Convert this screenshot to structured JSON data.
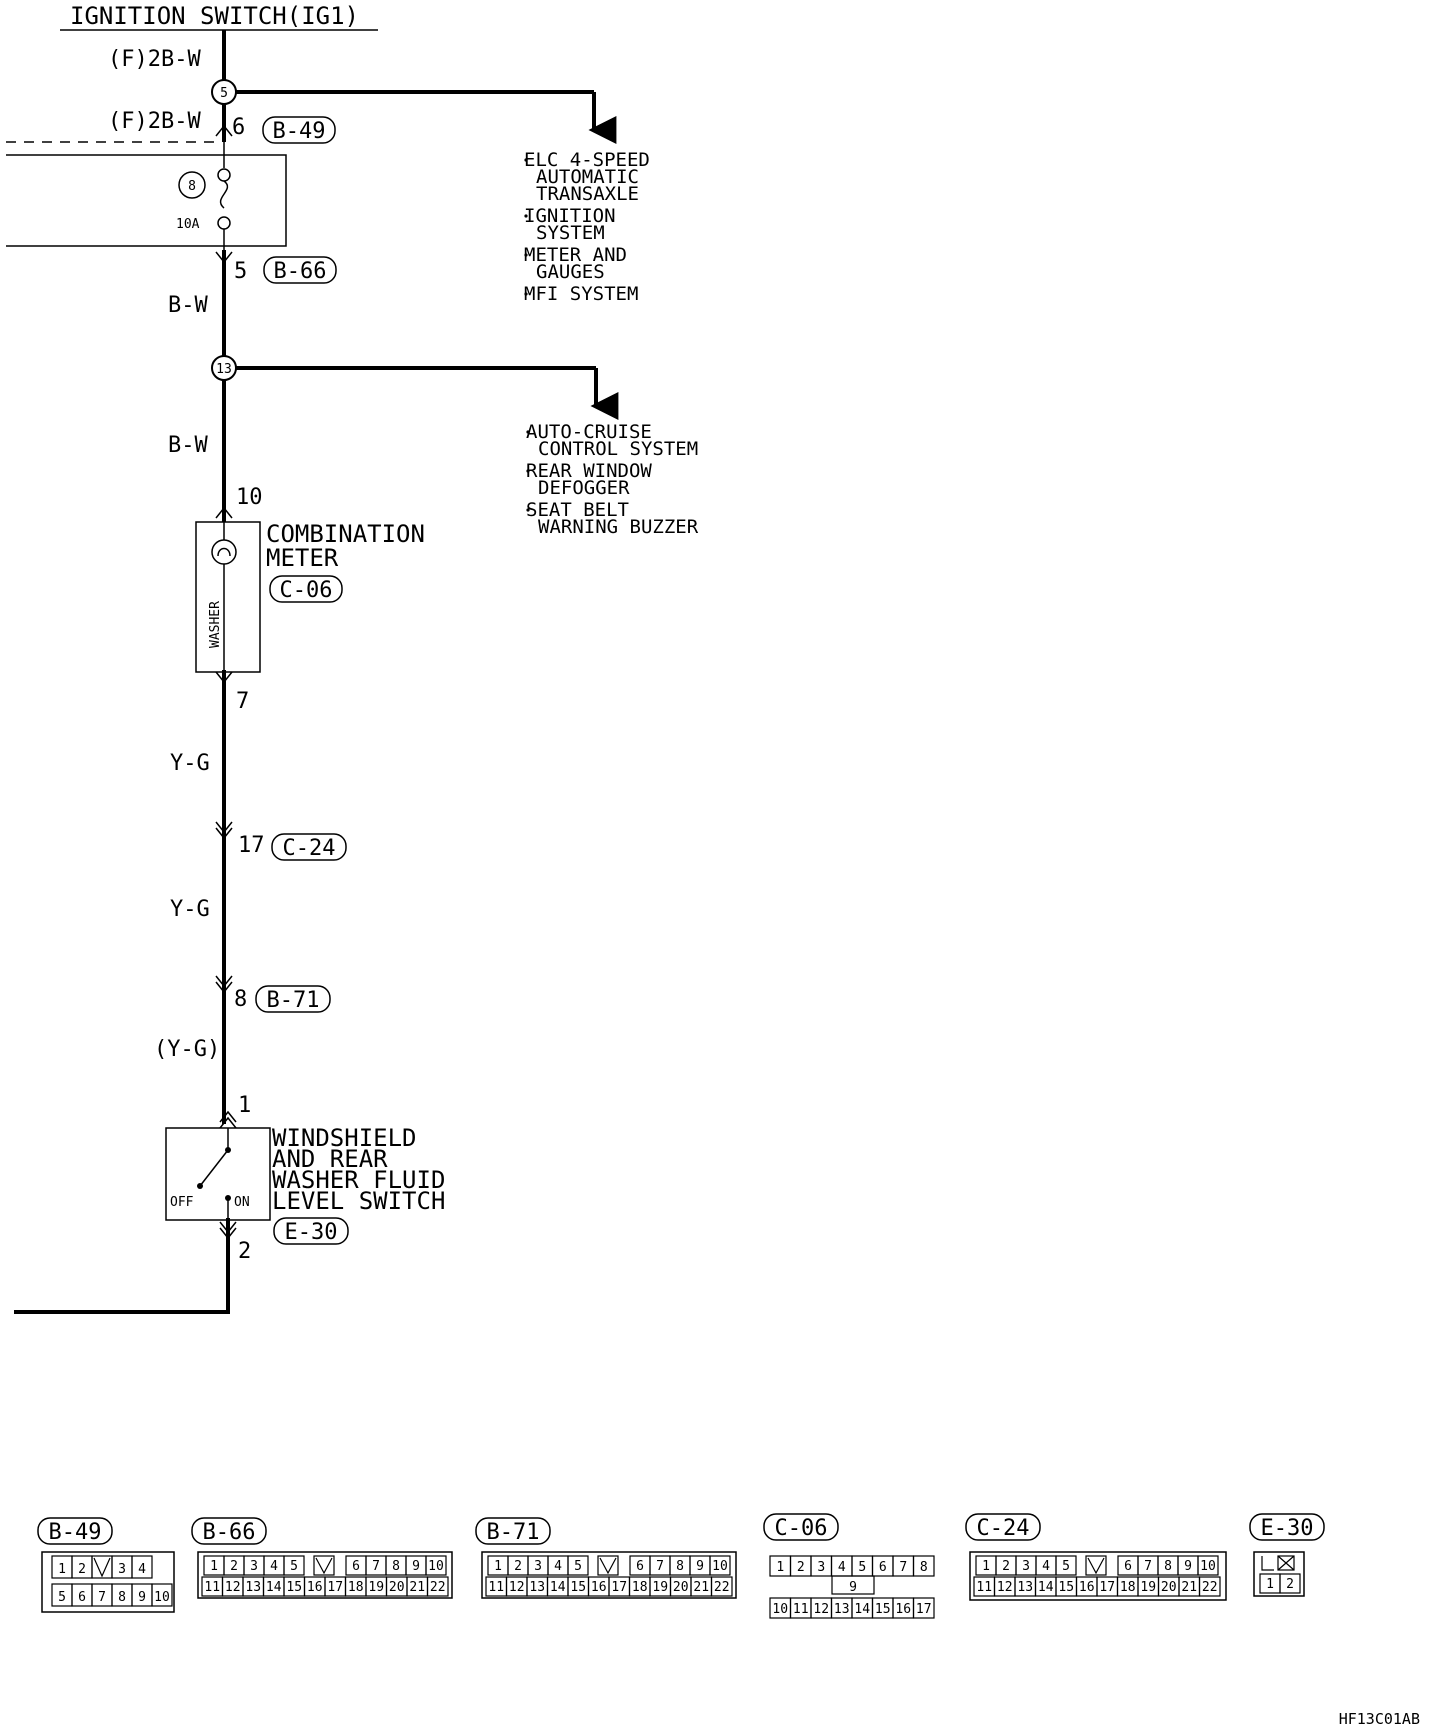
{
  "header": {
    "title": "IGNITION SWITCH(IG1)"
  },
  "wires": {
    "top1": "(F)2B-W",
    "top2": "(F)2B-W",
    "bw1": "B-W",
    "bw2": "B-W",
    "yg1": "Y-G",
    "yg2": "Y-G",
    "yg3": "(Y-G)"
  },
  "nodes": {
    "n5": "5",
    "n13": "13"
  },
  "fuse": {
    "number": "8",
    "rating": "10A"
  },
  "pins": {
    "p6": "6",
    "p5": "5",
    "p10": "10",
    "p7": "7",
    "p17": "17",
    "p8": "8",
    "p1": "1",
    "p2": "2"
  },
  "connectors": {
    "b49": "B-49",
    "b66": "B-66",
    "c06": "C-06",
    "c24": "C-24",
    "b71": "B-71",
    "e30": "E-30"
  },
  "branch1": [
    "ELC 4-SPEED",
    "AUTOMATIC",
    "TRANSAXLE",
    "IGNITION",
    "SYSTEM",
    "METER AND",
    "GAUGES",
    "MFI SYSTEM"
  ],
  "branch2": [
    "AUTO-CRUISE",
    "CONTROL SYSTEM",
    "REAR WINDOW",
    "DEFOGGER",
    "SEAT BELT",
    "WARNING BUZZER"
  ],
  "meter": {
    "line1": "COMBINATION",
    "line2": "METER",
    "inner": "WASHER"
  },
  "switch": {
    "line1": "WINDSHIELD",
    "line2": "AND REAR",
    "line3": "WASHER FLUID",
    "line4": "LEVEL SWITCH",
    "off": "OFF",
    "on": "ON"
  },
  "footer": {
    "code": "HF13C01AB"
  },
  "connector_faces": {
    "b49": {
      "label": "B-49",
      "row1": [
        "1",
        "2",
        "",
        "3",
        "4"
      ],
      "row2": [
        "5",
        "6",
        "7",
        "8",
        "9",
        "10"
      ]
    },
    "b66": {
      "label": "B-66",
      "row1": [
        "1",
        "2",
        "3",
        "4",
        "5",
        "",
        "6",
        "7",
        "8",
        "9",
        "10"
      ],
      "row2": [
        "11",
        "12",
        "13",
        "14",
        "15",
        "16",
        "17",
        "18",
        "19",
        "20",
        "21",
        "22"
      ]
    },
    "b71": {
      "label": "B-71",
      "row1": [
        "1",
        "2",
        "3",
        "4",
        "5",
        "",
        "6",
        "7",
        "8",
        "9",
        "10"
      ],
      "row2": [
        "11",
        "12",
        "13",
        "14",
        "15",
        "16",
        "17",
        "18",
        "19",
        "20",
        "21",
        "22"
      ]
    },
    "c06": {
      "label": "C-06",
      "row1": [
        "1",
        "2",
        "3",
        "4",
        "5",
        "6",
        "7",
        "8"
      ],
      "mid": "9",
      "row2": [
        "10",
        "11",
        "12",
        "13",
        "14",
        "15",
        "16",
        "17"
      ]
    },
    "c24": {
      "label": "C-24",
      "row1": [
        "1",
        "2",
        "3",
        "4",
        "5",
        "",
        "6",
        "7",
        "8",
        "9",
        "10"
      ],
      "row2": [
        "11",
        "12",
        "13",
        "14",
        "15",
        "16",
        "17",
        "18",
        "19",
        "20",
        "21",
        "22"
      ]
    },
    "e30": {
      "label": "E-30",
      "row2": [
        "1",
        "2"
      ]
    }
  }
}
